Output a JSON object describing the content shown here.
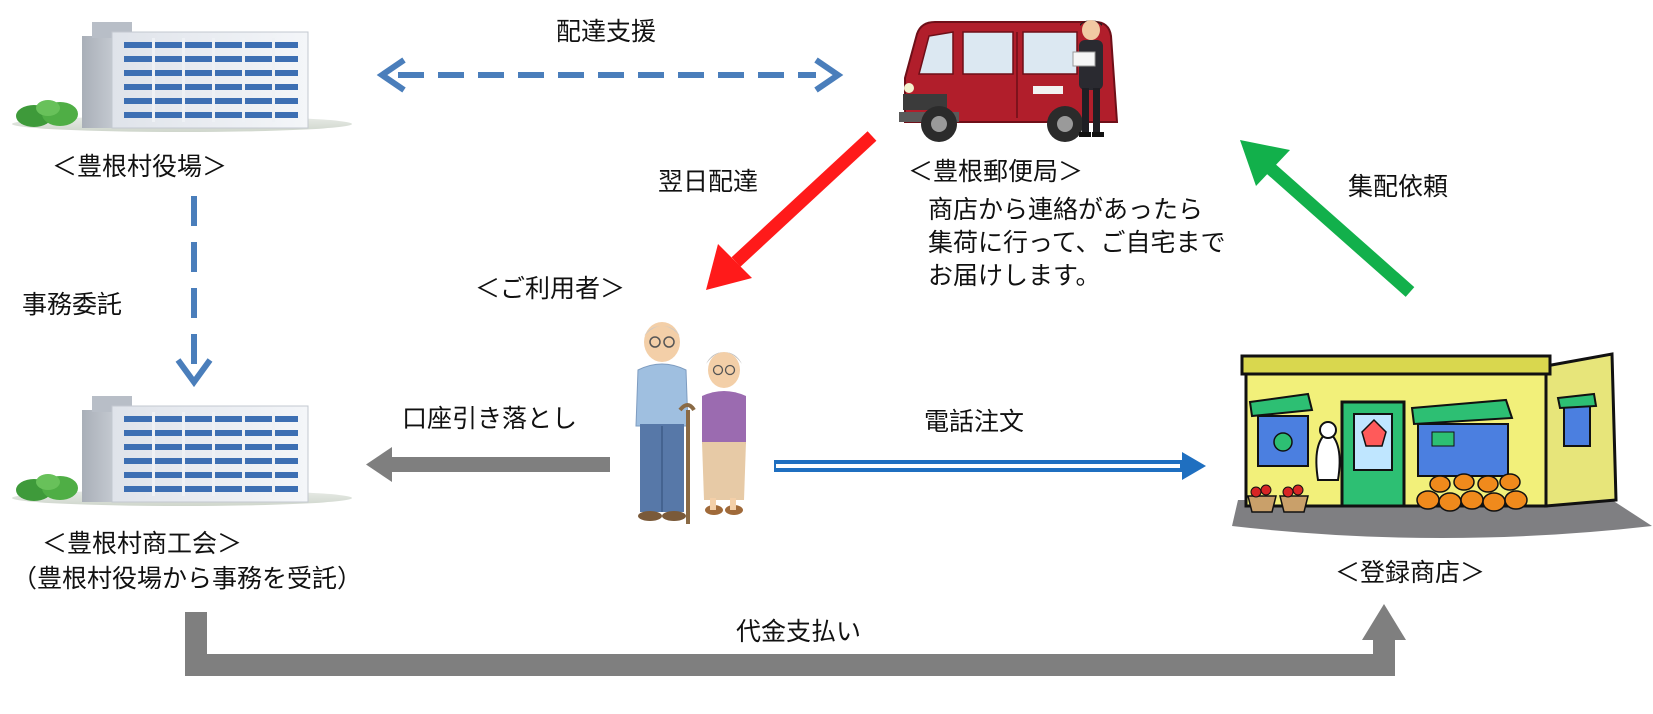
{
  "nodes": {
    "village_office": {
      "label": "＜豊根村役場＞",
      "icon": "office-building-icon"
    },
    "post_office": {
      "label": "＜豊根郵便局＞",
      "description": [
        "商店から連絡があったら",
        "集荷に行って、ご自宅まで",
        "お届けします。"
      ],
      "icon": "postal-van-icon"
    },
    "users": {
      "label": "＜ご利用者＞",
      "icon": "elderly-couple-icon"
    },
    "commerce_association": {
      "label": "＜豊根村商工会＞",
      "sublabel": "（豊根村役場から事務を受託）",
      "icon": "office-building-icon"
    },
    "registered_store": {
      "label": "＜登録商店＞",
      "icon": "storefront-icon"
    }
  },
  "edges": {
    "delivery_support": {
      "label": "配達支援",
      "style": "dashed-double-arrow",
      "color": "#4A7EBB"
    },
    "next_day_delivery": {
      "label": "翌日配達",
      "style": "solid-arrow",
      "color": "#FF1A1A"
    },
    "pickup_request": {
      "label": "集配依頼",
      "style": "solid-arrow",
      "color": "#12B04B"
    },
    "outsourcing": {
      "label": "事務委託",
      "style": "dashed-arrow",
      "color": "#4A7EBB"
    },
    "account_debit": {
      "label": "口座引き落とし",
      "style": "solid-arrow",
      "color": "#7F7F7F"
    },
    "phone_order": {
      "label": "電話注文",
      "style": "double-line-arrow",
      "color": "#1F6FC0"
    },
    "payment": {
      "label": "代金支払い",
      "style": "elbow-arrow",
      "color": "#7F7F7F"
    }
  }
}
